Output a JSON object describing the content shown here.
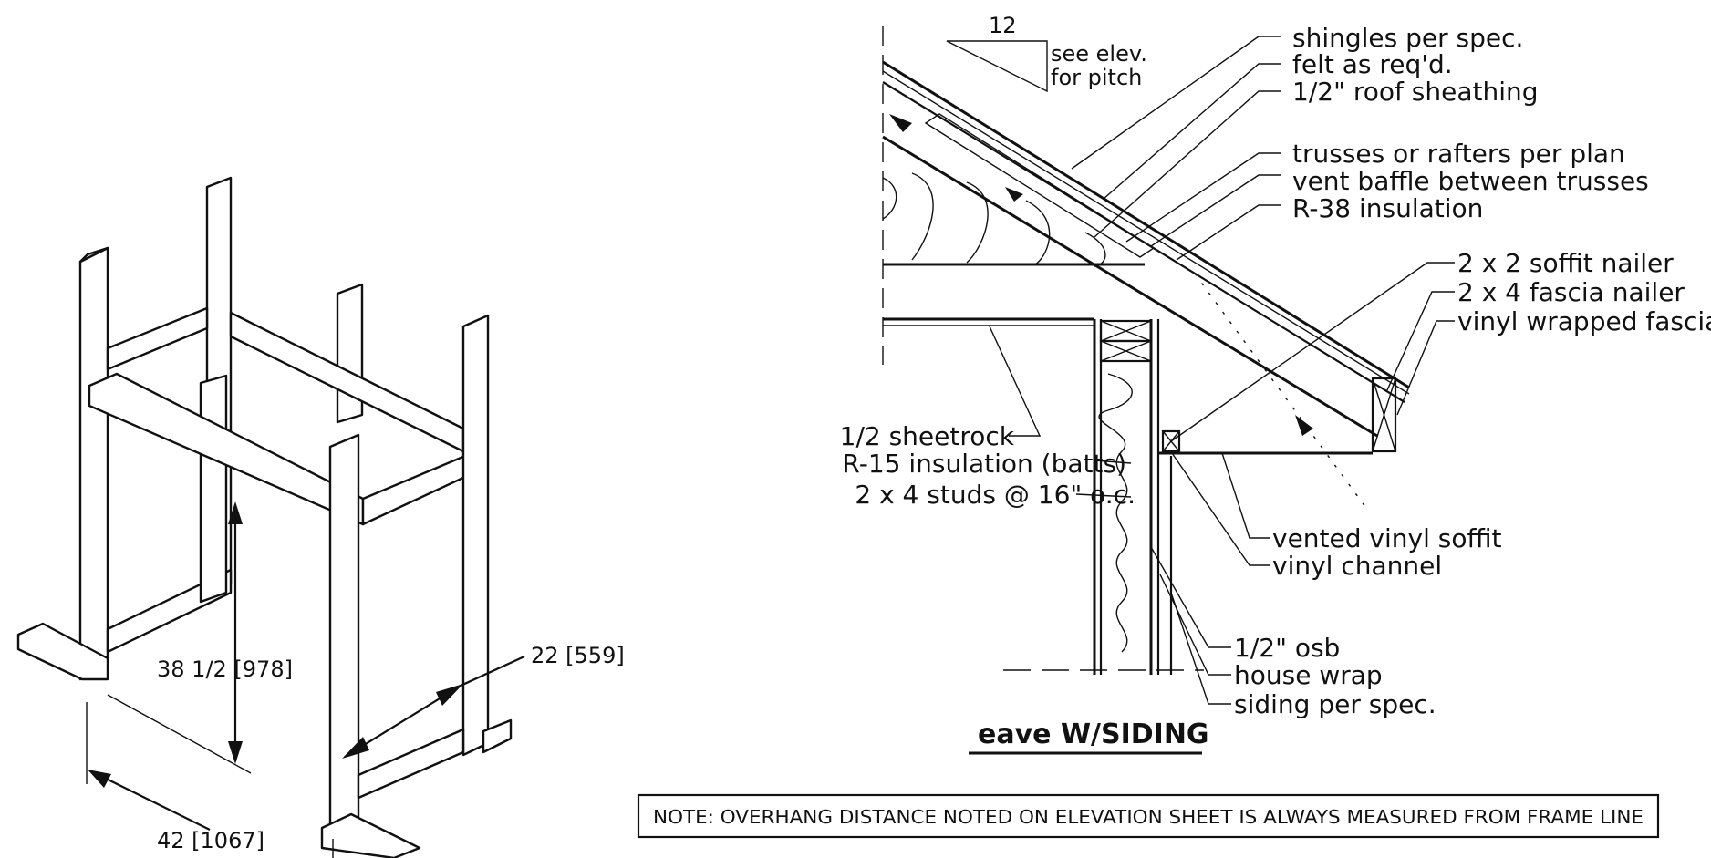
{
  "frame_dims": {
    "height": "38 1/2 [978]",
    "depth": "22 [559]",
    "width": "42 [1067]"
  },
  "pitch": {
    "rise": "12",
    "note_line1": "see elev.",
    "note_line2": "for pitch"
  },
  "roof_labels": [
    "shingles per spec.",
    "felt as req'd.",
    "1/2\" roof sheathing",
    "trusses or rafters per plan",
    "vent baffle between trusses",
    "R-38 insulation",
    "2 x 2 soffit nailer",
    "2 x 4 fascia nailer",
    "vinyl wrapped fascia"
  ],
  "wall_labels_left": [
    "1/2 sheetrock",
    "R-15 insulation (batts)",
    "2 x 4 studs @ 16\" o.c."
  ],
  "soffit_labels": [
    "vented vinyl soffit",
    "vinyl channel"
  ],
  "wall_labels_right": [
    "1/2\" osb",
    "house wrap",
    "siding per spec."
  ],
  "detail_title": "eave W/SIDING",
  "note": "NOTE: OVERHANG DISTANCE NOTED ON ELEVATION SHEET IS ALWAYS MEASURED FROM FRAME LINE"
}
